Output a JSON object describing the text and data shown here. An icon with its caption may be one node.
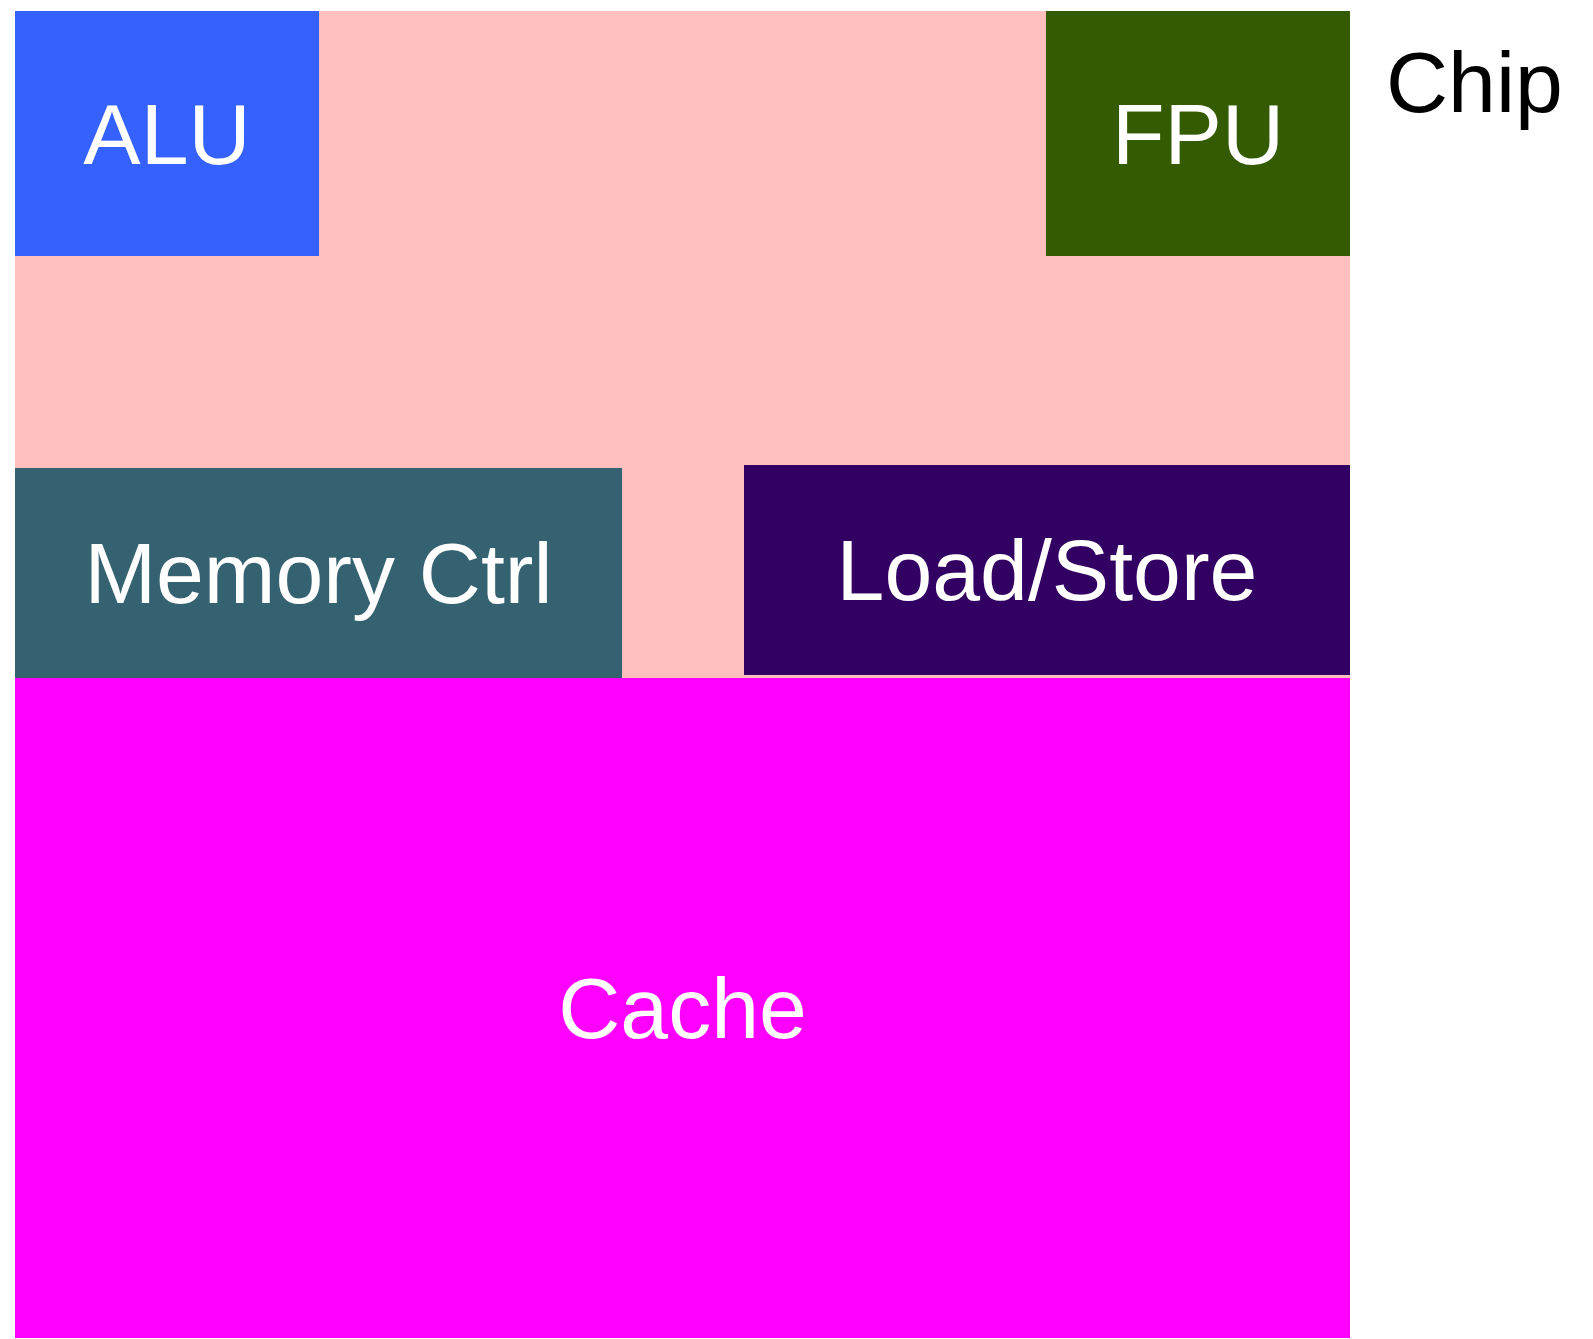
{
  "diagram": {
    "nodes": [
      {
        "text": [
          "Chip"
        ]
      },
      {
        "text": [
          "ALU"
        ],
        "in": 0
      },
      {
        "text": [
          "FPU"
        ],
        "in": 0
      },
      {
        "text": [
          "Memory Ctrl"
        ],
        "in": 0
      },
      {
        "text": [
          "Load/Store"
        ],
        "in": 0
      },
      {
        "text": [
          "Cache"
        ],
        "in": 0
      }
    ]
  }
}
